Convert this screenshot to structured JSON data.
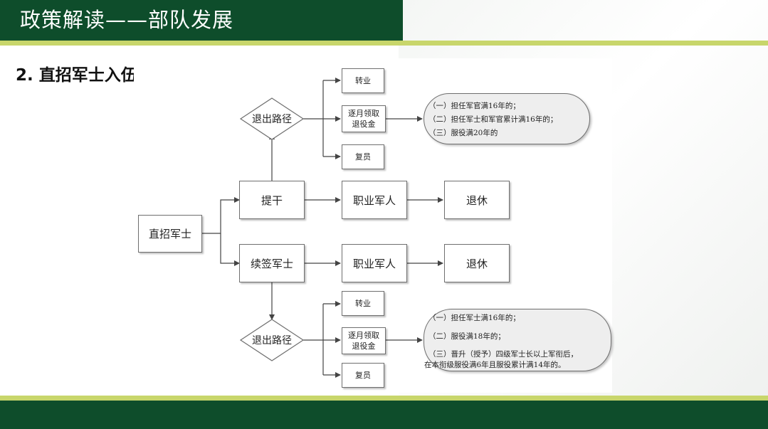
{
  "header": {
    "title": "政策解读——部队发展"
  },
  "section": {
    "heading": "2. 直招军士入伍"
  },
  "diagram": {
    "root": "直招军士",
    "branch_upper": "提干",
    "branch_lower": "续签军士",
    "exit_upper": "退出路径",
    "exit_lower": "退出路径",
    "upper_career": "职业军人",
    "upper_retire": "退休",
    "lower_career": "职业军人",
    "lower_retire": "退休",
    "upper_opt_transfer": "转业",
    "upper_opt_pension": "逐月领取退役金",
    "upper_opt_demob": "复员",
    "lower_opt_transfer": "转业",
    "lower_opt_pension": "逐月领取退役金",
    "lower_opt_demob": "复员",
    "upper_conditions": [
      "（一）担任军官满16年的；",
      "（二）担任军士和军官累计满16年的；",
      "（三）服役满20年的"
    ],
    "lower_conditions": [
      "（一）担任军士满16年的；",
      "（二）服役满18年的；",
      "（三）晋升（授予）四级军士长以上军衔后，",
      "在本衔级服役满6年且服役累计满14年的。"
    ]
  },
  "colors": {
    "title_bar": "#0e4d2b",
    "accent_line": "#c8d66b",
    "connector": "#444444",
    "note_fill": "#eeeeee"
  }
}
